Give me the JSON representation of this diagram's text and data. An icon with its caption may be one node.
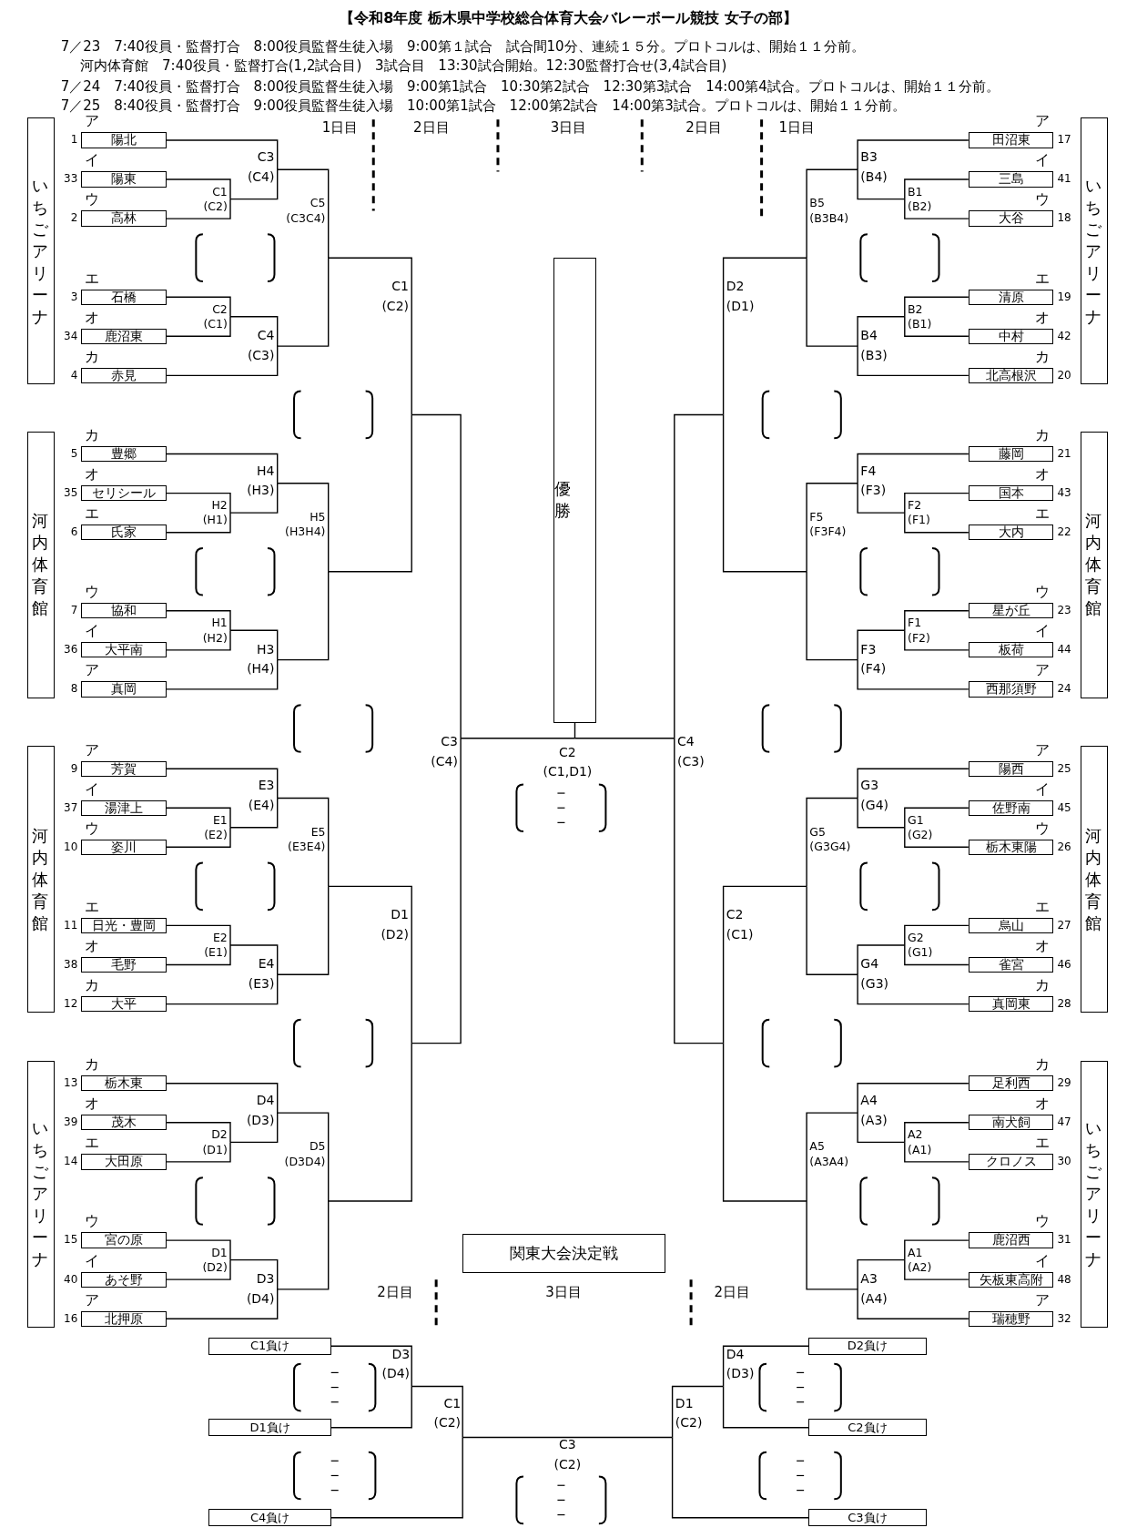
{
  "diagram": {
    "title": "【令和8年度 栃木県中学校総合体育大会バレーボール競技 女子の部】",
    "nodes": [
      {
        "text": [
          "いちごアリーナ"
        ]
      },
      {
        "text": [
          "陽北"
        ],
        "beside": [
          "ア",
          "1"
        ]
      },
      {
        "text": [
          "陽東"
        ],
        "beside": [
          "イ",
          "33"
        ]
      },
      {
        "text": [
          "高林"
        ],
        "beside": [
          "ウ",
          "2"
        ]
      },
      {
        "text": [
          "石橋"
        ],
        "beside": [
          "エ",
          "3"
        ]
      },
      {
        "text": [
          "鹿沼東"
        ],
        "beside": [
          "オ",
          "34"
        ]
      },
      {
        "text": [
          "赤見"
        ],
        "beside": [
          "カ",
          "4"
        ]
      },
      {
        "text": [
          "河内体育館"
        ]
      },
      {
        "text": [
          "豊郷"
        ],
        "beside": [
          "カ",
          "5"
        ]
      },
      {
        "text": [
          "セリシール"
        ],
        "beside": [
          "オ",
          "35"
        ]
      },
      {
        "text": [
          "氏家"
        ],
        "beside": [
          "エ",
          "6"
        ]
      },
      {
        "text": [
          "協和"
        ],
        "beside": [
          "ウ",
          "7"
        ]
      },
      {
        "text": [
          "大平南"
        ],
        "beside": [
          "イ",
          "36"
        ]
      },
      {
        "text": [
          "真岡"
        ],
        "beside": [
          "ア",
          "8"
        ]
      },
      {
        "text": [
          "河内体育館"
        ]
      },
      {
        "text": [
          "芳賀"
        ],
        "beside": [
          "ア",
          "9"
        ]
      },
      {
        "text": [
          "湯津上"
        ],
        "beside": [
          "イ",
          "37"
        ]
      },
      {
        "text": [
          "姿川"
        ],
        "beside": [
          "ウ",
          "10"
        ]
      },
      {
        "text": [
          "日光・豊岡"
        ],
        "beside": [
          "エ",
          "11"
        ]
      },
      {
        "text": [
          "毛野"
        ],
        "beside": [
          "オ",
          "38"
        ]
      },
      {
        "text": [
          "大平"
        ],
        "beside": [
          "カ",
          "12"
        ]
      },
      {
        "text": [
          "いちごアリーナ"
        ]
      },
      {
        "text": [
          "栃木東"
        ],
        "beside": [
          "カ",
          "13"
        ]
      },
      {
        "text": [
          "茂木"
        ],
        "beside": [
          "オ",
          "39"
        ]
      },
      {
        "text": [
          "大田原"
        ],
        "beside": [
          "エ",
          "14"
        ]
      },
      {
        "text": [
          "宮の原"
        ],
        "beside": [
          "ウ",
          "15"
        ]
      },
      {
        "text": [
          "あそ野"
        ],
        "beside": [
          "イ",
          "40"
        ]
      },
      {
        "text": [
          "北押原"
        ],
        "beside": [
          "ア",
          "16"
        ]
      },
      {
        "text": [
          "優勝"
        ]
      },
      {
        "text": [
          "いちごアリーナ"
        ]
      },
      {
        "text": [
          "田沼東"
        ],
        "beside": [
          "ア",
          "17"
        ]
      },
      {
        "text": [
          "三島"
        ],
        "beside": [
          "イ",
          "41"
        ]
      },
      {
        "text": [
          "大谷"
        ],
        "beside": [
          "ウ",
          "18"
        ]
      },
      {
        "text": [
          "清原"
        ],
        "beside": [
          "エ",
          "19"
        ]
      },
      {
        "text": [
          "中村"
        ],
        "beside": [
          "オ",
          "42"
        ]
      },
      {
        "text": [
          "北高根沢"
        ],
        "beside": [
          "カ",
          "20"
        ]
      },
      {
        "text": [
          "河内体育館"
        ]
      },
      {
        "text": [
          "藤岡"
        ],
        "beside": [
          "カ",
          "21"
        ]
      },
      {
        "text": [
          "国本"
        ],
        "beside": [
          "オ",
          "43"
        ]
      },
      {
        "text": [
          "大内"
        ],
        "beside": [
          "エ",
          "22"
        ]
      },
      {
        "text": [
          "星が丘"
        ],
        "beside": [
          "ウ",
          "23"
        ]
      },
      {
        "text": [
          "板荷"
        ],
        "beside": [
          "イ",
          "44"
        ]
      },
      {
        "text": [
          "西那須野"
        ],
        "beside": [
          "ア",
          "24"
        ]
      },
      {
        "text": [
          "河内体育館"
        ]
      },
      {
        "text": [
          "陽西"
        ],
        "beside": [
          "ア",
          "25"
        ]
      },
      {
        "text": [
          "佐野南"
        ],
        "beside": [
          "イ",
          "45"
        ]
      },
      {
        "text": [
          "栃木東陽"
        ],
        "beside": [
          "ウ",
          "26"
        ]
      },
      {
        "text": [
          "烏山"
        ],
        "beside": [
          "エ",
          "27"
        ]
      },
      {
        "text": [
          "雀宮"
        ],
        "beside": [
          "オ",
          "46"
        ]
      },
      {
        "text": [
          "真岡東"
        ],
        "beside": [
          "カ",
          "28"
        ]
      },
      {
        "text": [
          "いちごアリーナ"
        ]
      },
      {
        "text": [
          "足利西"
        ],
        "beside": [
          "カ",
          "29"
        ]
      },
      {
        "text": [
          "南犬飼"
        ],
        "beside": [
          "オ",
          "47"
        ]
      },
      {
        "text": [
          "クロノス"
        ],
        "beside": [
          "エ",
          "30"
        ]
      },
      {
        "text": [
          "鹿沼西"
        ],
        "beside": [
          "ウ",
          "31"
        ]
      },
      {
        "text": [
          "矢板東高附"
        ],
        "beside": [
          "イ",
          "48"
        ]
      },
      {
        "text": [
          "瑞穂野"
        ],
        "beside": [
          "ア",
          "32"
        ]
      },
      {
        "text": [
          "関東大会決定戦"
        ]
      },
      {
        "text": [
          "C1負け"
        ]
      },
      {
        "text": [
          "D2負け"
        ]
      },
      {
        "text": [
          "D1負け"
        ]
      },
      {
        "text": [
          "C2負け"
        ]
      },
      {
        "text": [
          "C4負け"
        ]
      },
      {
        "text": [
          "C3負け"
        ]
      }
    ],
    "edges": [
      {
        "from": 1,
        "to": 28,
        "arrow": "none"
      },
      {
        "from": 2,
        "to": 28,
        "arrow": "none"
      },
      {
        "from": 3,
        "to": 28,
        "arrow": "none"
      },
      {
        "from": 4,
        "to": 28,
        "arrow": "none"
      },
      {
        "from": 5,
        "to": 28,
        "arrow": "none"
      },
      {
        "from": 6,
        "to": 28,
        "arrow": "none"
      },
      {
        "from": 8,
        "to": 28,
        "arrow": "none"
      },
      {
        "from": 9,
        "to": 28,
        "arrow": "none"
      },
      {
        "from": 10,
        "to": 28,
        "arrow": "none"
      },
      {
        "from": 11,
        "to": 28,
        "arrow": "none"
      },
      {
        "from": 12,
        "to": 28,
        "arrow": "none"
      },
      {
        "from": 13,
        "to": 28,
        "arrow": "none"
      },
      {
        "from": 15,
        "to": 28,
        "arrow": "none"
      },
      {
        "from": 16,
        "to": 28,
        "arrow": "none"
      },
      {
        "from": 17,
        "to": 28,
        "arrow": "none"
      },
      {
        "from": 18,
        "to": 28,
        "arrow": "none"
      },
      {
        "from": 19,
        "to": 28,
        "arrow": "none"
      },
      {
        "from": 20,
        "to": 28,
        "arrow": "none"
      },
      {
        "from": 22,
        "to": 28,
        "arrow": "none"
      },
      {
        "from": 23,
        "to": 28,
        "arrow": "none"
      },
      {
        "from": 24,
        "to": 28,
        "arrow": "none"
      },
      {
        "from": 25,
        "to": 28,
        "arrow": "none"
      },
      {
        "from": 26,
        "to": 28,
        "arrow": "none"
      },
      {
        "from": 27,
        "to": 28,
        "arrow": "none"
      },
      {
        "from": 30,
        "to": 28,
        "arrow": "none"
      },
      {
        "from": 31,
        "to": 28,
        "arrow": "none"
      },
      {
        "from": 32,
        "to": 28,
        "arrow": "none"
      },
      {
        "from": 33,
        "to": 28,
        "arrow": "none"
      },
      {
        "from": 34,
        "to": 28,
        "arrow": "none"
      },
      {
        "from": 35,
        "to": 28,
        "arrow": "none"
      },
      {
        "from": 37,
        "to": 28,
        "arrow": "none"
      },
      {
        "from": 38,
        "to": 28,
        "arrow": "none"
      },
      {
        "from": 39,
        "to": 28,
        "arrow": "none"
      },
      {
        "from": 40,
        "to": 28,
        "arrow": "none"
      },
      {
        "from": 41,
        "to": 28,
        "arrow": "none"
      },
      {
        "from": 42,
        "to": 28,
        "arrow": "none"
      },
      {
        "from": 44,
        "to": 28,
        "arrow": "none"
      },
      {
        "from": 45,
        "to": 28,
        "arrow": "none"
      },
      {
        "from": 46,
        "to": 28,
        "arrow": "none"
      },
      {
        "from": 47,
        "to": 28,
        "arrow": "none"
      },
      {
        "from": 48,
        "to": 28,
        "arrow": "none"
      },
      {
        "from": 49,
        "to": 28,
        "arrow": "none"
      },
      {
        "from": 51,
        "to": 28,
        "arrow": "none"
      },
      {
        "from": 52,
        "to": 28,
        "arrow": "none"
      },
      {
        "from": 53,
        "to": 28,
        "arrow": "none"
      },
      {
        "from": 54,
        "to": 28,
        "arrow": "none"
      },
      {
        "from": 55,
        "to": 28,
        "arrow": "none"
      },
      {
        "from": 56,
        "to": 28,
        "arrow": "none"
      },
      {
        "from": 58,
        "to": 60,
        "arrow": "none"
      },
      {
        "from": 59,
        "to": 61,
        "arrow": "none"
      },
      {
        "from": 60,
        "to": 62,
        "arrow": "none"
      },
      {
        "from": 61,
        "to": 63,
        "arrow": "none"
      },
      {
        "from": 62,
        "to": 63,
        "arrow": "none"
      }
    ],
    "labels": [
      "7／23 7:40役員・監督打合 8:00役員監督生徒入場 9:00第１試合 試合間10分、連続１５分。プロトコルは、開始１１分前。",
      "河内体育館 7:40役員・監督打合(1,2試合目) 3試合目 13:30試合開始。12:30監督打合せ(3,4試合目)",
      "7／24 7:40役員・監督打合 8:00役員監督生徒入場 9:00第1試合 10:30第2試合 12:30第3試合 14:00第4試合。プロトコルは、開始１１分前。",
      "7／25 8:40役員・監督打合 9:00役員監督生徒入場 10:00第1試合 12:00第2試合 14:00第3試合。プロトコルは、開始１１分前。",
      "1日目",
      "2日目",
      "3日目",
      "2日目",
      "1日目",
      "C1 (C2)",
      "C3 (C4)",
      "C2 (C1)",
      "C4 (C3)",
      "C5 (C3C4)",
      "H2 (H1)",
      "H4 (H3)",
      "H1 (H2)",
      "H3 (H4)",
      "H5 (H3H4)",
      "E1 (E2)",
      "E3 (E4)",
      "E2 (E1)",
      "E4 (E3)",
      "E5 (E3E4)",
      "D2 (D1)",
      "D4 (D3)",
      "D1 (D2)",
      "D3 (D4)",
      "D5 (D3D4)",
      "C1 (C2)",
      "C3 (C4)",
      "D1 (D2)",
      "C2 (C1,D1)",
      "B1 (B2)",
      "B3 (B4)",
      "B2 (B1)",
      "B4 (B3)",
      "B5 (B3B4)",
      "F2 (F1)",
      "F4 (F3)",
      "F1 (F2)",
      "F3 (F4)",
      "F5 (F3F4)",
      "G1 (G2)",
      "G3 (G4)",
      "G2 (G1)",
      "G4 (G3)",
      "G5 (G3G4)",
      "A2 (A1)",
      "A4 (A3)",
      "A1 (A2)",
      "A3 (A4)",
      "A5 (A3A4)",
      "D2 (D1)",
      "C4 (C3)",
      "C2 (C1)",
      "2日目",
      "3日目",
      "2日目",
      "D3 (D4)",
      "C1 (C2)",
      "C3 (C2)",
      "D1 (C2)",
      "D4 (D3)"
    ]
  }
}
